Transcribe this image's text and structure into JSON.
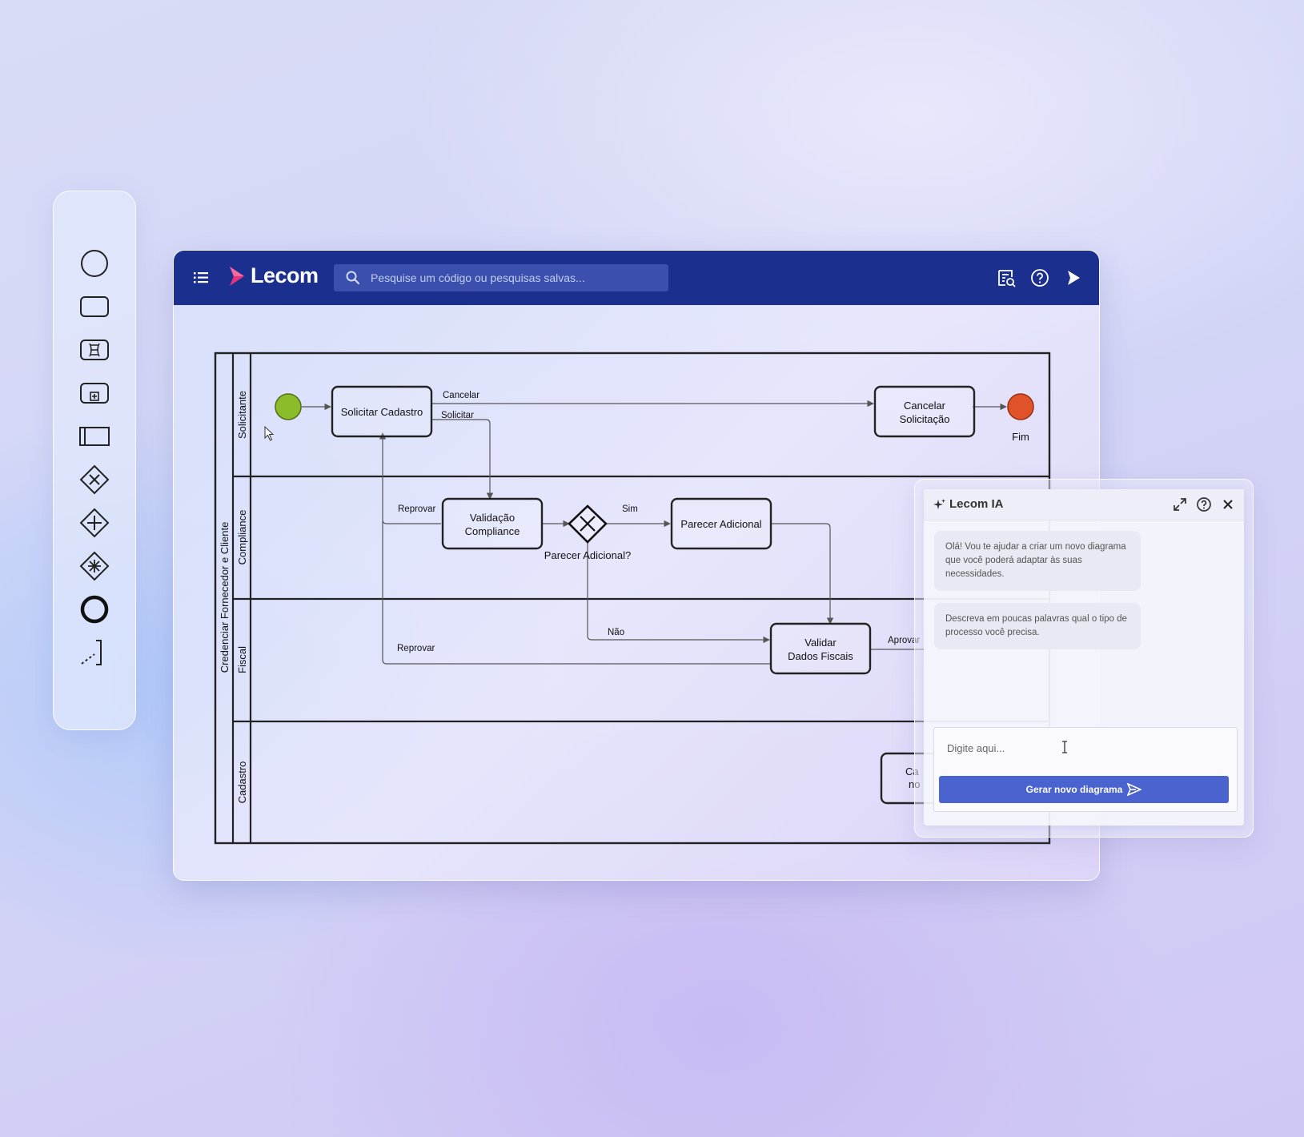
{
  "palette": {
    "tools": [
      "start-event",
      "task",
      "script-task",
      "subprocess",
      "pool",
      "exclusive-gateway",
      "parallel-gateway",
      "complex-gateway",
      "end-event",
      "annotation"
    ]
  },
  "topbar": {
    "logo_text": "Lecom",
    "search_placeholder": "Pesquise um código ou pesquisas salvas...",
    "brand_color": "#1b2f8f",
    "logo_color": "#e5357a"
  },
  "diagram": {
    "pool_label": "Credenciar Fornecedor e Cliente",
    "lanes": {
      "solicitante": "Solicitante",
      "compliance": "Compliance",
      "fiscal": "Fiscal",
      "cadastro": "Cadastro"
    },
    "tasks": {
      "solicitar_cadastro": "Solicitar Cadastro",
      "cancelar_solicitacao_l1": "Cancelar",
      "cancelar_solicitacao_l2": "Solicitação",
      "validacao_compliance_l1": "Validação",
      "validacao_compliance_l2": "Compliance",
      "parecer_adicional": "Parecer Adicional",
      "validar_dados_fiscais_l1": "Validar",
      "validar_dados_fiscais_l2": "Dados Fiscais",
      "cadastro_partial_l1": "Ca",
      "cadastro_partial_l2": "no"
    },
    "gateway_label": "Parecer Adicional?",
    "end_label": "Fim",
    "flows": {
      "cancelar": "Cancelar",
      "solicitar": "Solicitar",
      "reprovar_1": "Reprovar",
      "sim": "Sim",
      "nao": "Não",
      "reprovar_2": "Reprovar",
      "aprovar": "Aprovar"
    },
    "start_color": "#8bbd2a",
    "end_color": "#e0532a"
  },
  "ai_panel": {
    "title": "Lecom IA",
    "messages": [
      "Olá! Vou te ajudar a criar um novo diagrama que você poderá adaptar às suas necessidades.",
      "Descreva em poucas palavras qual o tipo de processo você precisa."
    ],
    "input_placeholder": "Digite aqui...",
    "generate_label": "Gerar novo diagrama",
    "button_color": "#4a63cf"
  }
}
